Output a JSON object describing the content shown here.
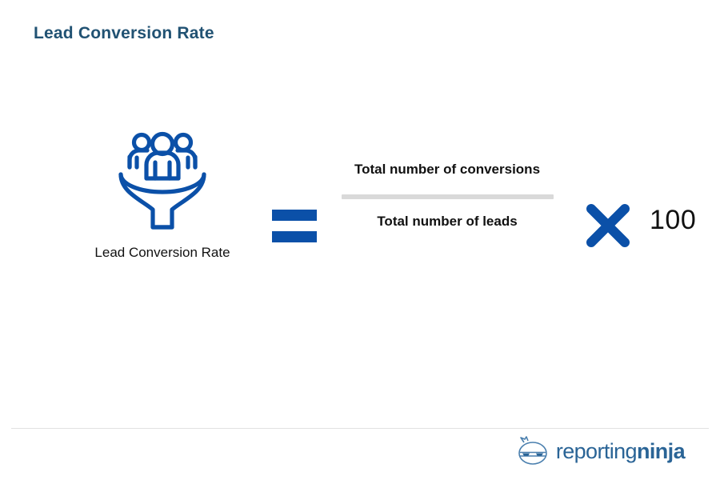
{
  "title": "Lead Conversion Rate",
  "colors": {
    "title": "#215273",
    "accent_blue": "#0b50a8",
    "icon_blue": "#0b50a8",
    "fraction_bar": "#d9d9d9",
    "text": "#111111",
    "divider": "#e2e2e2",
    "logo": "#2a6496",
    "background": "#ffffff"
  },
  "formula": {
    "metric": {
      "icon": "funnel-people-icon",
      "caption": "Lead Conversion Rate"
    },
    "equals": "=",
    "fraction": {
      "numerator": "Total number of conversions",
      "denominator": "Total number of leads"
    },
    "operator": "×",
    "multiplier": "100"
  },
  "footer": {
    "logo_mark": "ninja-face-icon",
    "logo_text_light": "reporting",
    "logo_text_bold": "ninja"
  }
}
